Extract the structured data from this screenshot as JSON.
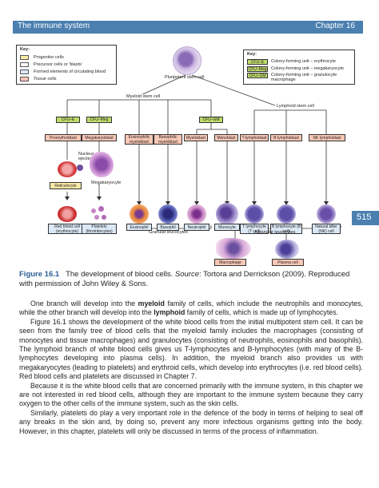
{
  "header": {
    "left_title": "The immune system",
    "right_title": "Chapter 16",
    "page_number": "515"
  },
  "figure": {
    "key_left": {
      "title": "Key:",
      "items": [
        {
          "label": "Progenitor cells",
          "color": "#fbe9a6"
        },
        {
          "label": "Precursor cells or 'blasts'",
          "color": "#ffffff"
        },
        {
          "label": "Formed elements of circulating blood",
          "color": "#dbe8f5"
        },
        {
          "label": "Tissue cells",
          "color": "#f8c8b6"
        }
      ]
    },
    "key_right": {
      "title": "Key:",
      "items": [
        {
          "code": "CFU–E",
          "label": "Colony-forming unit – erythrocyte"
        },
        {
          "code": "CFU–Meg",
          "label": "Colony-forming unit – megakaryocyte"
        },
        {
          "code": "CFU–GM",
          "label": "Colony-forming unit – granulocyte macrophage"
        }
      ]
    },
    "stem_cell_label": "Pluripotent stem cell",
    "myeloid_label": "Myeloid stem cell",
    "lymphoid_label": "Lymphoid stem cell",
    "cfu_boxes": [
      "CFU–E",
      "CFU–Meg",
      "CFU–GM"
    ],
    "blasts": [
      "Proerythroblast",
      "Megakaryoblast",
      "Eosinophilic myeloblast",
      "Basophilic myeloblast",
      "Myeloblast",
      "Monoblast",
      "T-lymphoblast",
      "B-lymphoblast",
      "NK lymphoblast"
    ],
    "nucleus_label": "Nucleus ejected",
    "reticulocyte_label": "Reticulocyte",
    "megakaryocyte_label": "Megakaryocyte",
    "mature": [
      "Red blood cell (erythrocyte)",
      "Platelets (thrombocytes)",
      "Eosinophil",
      "Basophil",
      "Neutrophil",
      "Monocyte",
      "T lymphocyte (T cell)",
      "B lymphocyte (B cell)",
      "Natural killer (NK) cell"
    ],
    "granular_label": "Granular leucocytes",
    "agranular_label": "Agranular leucocytes",
    "macrophage_label": "Macrophage",
    "plasma_label": "Plasma cell"
  },
  "caption": {
    "fig_number": "Figure 16.1",
    "text_before": "The development of blood cells. ",
    "source_label": "Source",
    "text_after": ": Tortora and Derrickson (2009). Reproduced with permission of John Wiley & Sons."
  },
  "body": {
    "p1_a": "One branch will develop into the ",
    "p1_kw1": "myeloid",
    "p1_b": " family of cells, which include the neutrophils and monocytes, while the other branch will develop into the ",
    "p1_kw2": "lymphoid",
    "p1_c": " family of cells, which is made up of lymphocytes.",
    "p2": "Figure 16.1 shows the development of the white blood cells from the initial multipotent stem cell. It can be seen from the family tree of blood cells that the myeloid family includes the macrophages (consisting of monocytes and tissue macrophages) and granulocytes (consisting of neutrophils, eosinophils and basophils). The lymphoid branch of white blood cells gives us T-lymphocytes and B-lymphocytes (with many of the B-lymphocytes developing into plasma cells). In addition, the myeloid branch also provides us with megakaryocytes (leading to platelets) and erythroid cells, which develop into erythrocytes (i.e. red blood cells). Red blood cells and platelets are discussed in Chapter 7.",
    "p3": "Because it is the white blood cells that are concerned primarily with the immune system, in this chapter we are not interested in red blood cells, although they are important to the immune system because they carry oxygen to the other cells of the immune system, such as the skin cells.",
    "p4": "Similarly, platelets do play a very important role in the defence of the body in terms of helping to seal off any breaks in the skin and, by doing so, prevent any more infectious organisms getting into the body. However, in this chapter, platelets will only be discussed in terms of the process of inflammation."
  }
}
